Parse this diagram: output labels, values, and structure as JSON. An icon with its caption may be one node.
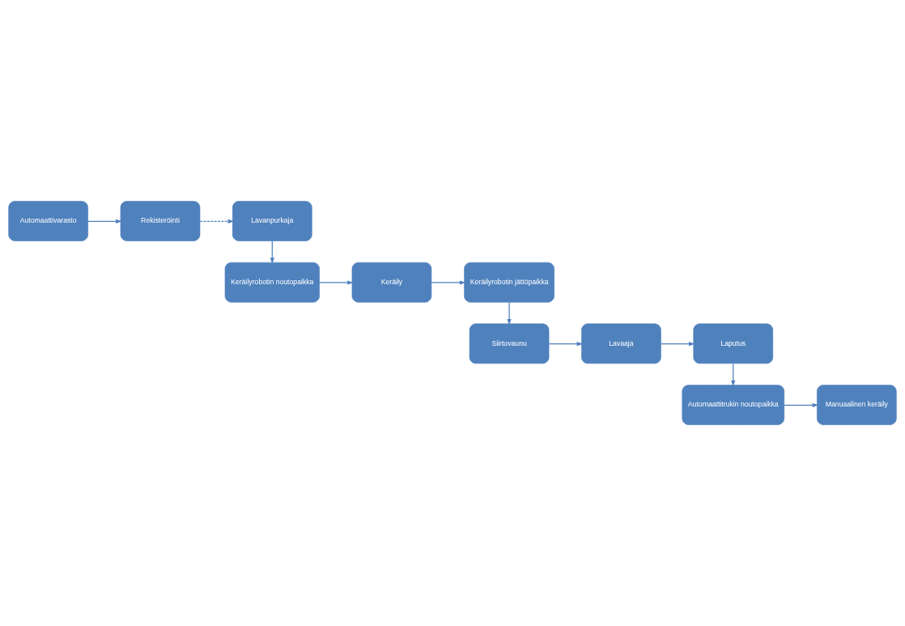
{
  "diagram": {
    "nodes": [
      {
        "text": [
          "Automaattivarasto"
        ]
      },
      {
        "text": [
          "Rekisteröinti"
        ]
      },
      {
        "text": [
          "Lavanpurkaja"
        ]
      },
      {
        "text": [
          "Keräilyrobotin noutopaikka"
        ]
      },
      {
        "text": [
          "Keräily"
        ]
      },
      {
        "text": [
          "Keräilyrobotin jättöpaikka"
        ]
      },
      {
        "text": [
          "Siirtovaunu"
        ]
      },
      {
        "text": [
          "Lavaaja"
        ]
      },
      {
        "text": [
          "Laputus"
        ]
      },
      {
        "text": [
          "Automaattitrukin noutopaikka"
        ]
      },
      {
        "text": [
          "Manuaalinen keräily"
        ]
      }
    ],
    "edges": [
      {
        "from": 0,
        "to": 1,
        "arrow": "to"
      },
      {
        "from": 1,
        "to": 2,
        "arrow": "to",
        "style": "dashed"
      },
      {
        "from": 2,
        "to": 3,
        "arrow": "to"
      },
      {
        "from": 3,
        "to": 4,
        "arrow": "to"
      },
      {
        "from": 4,
        "to": 5,
        "arrow": "to"
      },
      {
        "from": 5,
        "to": 6,
        "arrow": "to"
      },
      {
        "from": 6,
        "to": 7,
        "arrow": "to"
      },
      {
        "from": 7,
        "to": 8,
        "arrow": "to"
      },
      {
        "from": 8,
        "to": 9,
        "arrow": "to"
      },
      {
        "from": 9,
        "to": 10,
        "arrow": "to"
      }
    ]
  }
}
